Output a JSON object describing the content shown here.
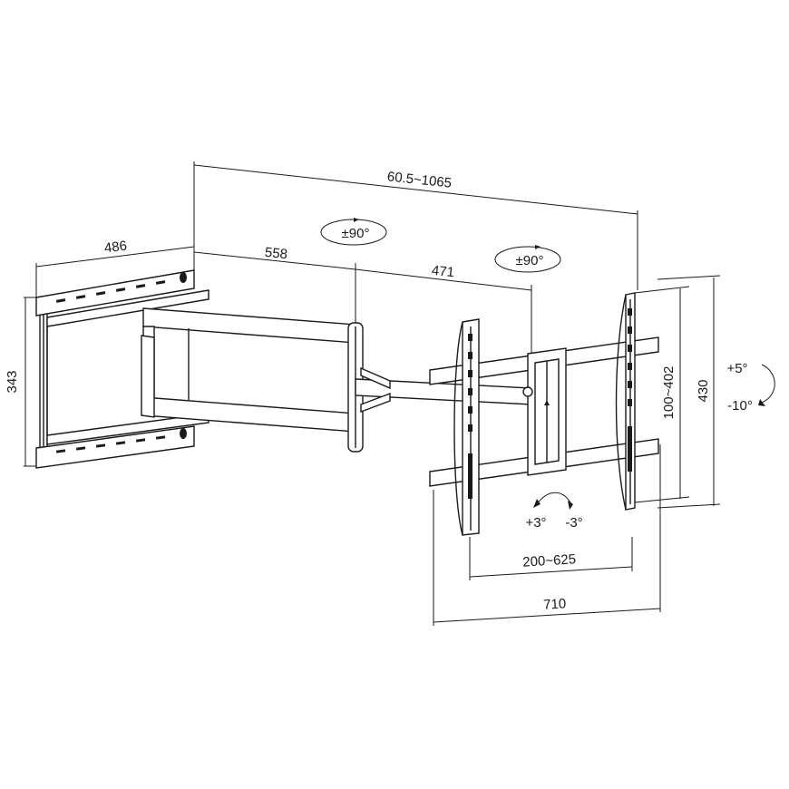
{
  "dimensions": {
    "total_extension": "60.5~1065",
    "wall_plate_width": "486",
    "arm1_length": "558",
    "arm2_length": "471",
    "wall_plate_height": "343",
    "vesa_vertical": "100~402",
    "tv_plate_height": "430",
    "vesa_horizontal": "200~625",
    "tv_plate_width": "710"
  },
  "rotations": {
    "swivel_arm1": "±90°",
    "swivel_arm2": "±90°",
    "tilt_up": "+5°",
    "tilt_down": "-10°",
    "level_plus": "+3°",
    "level_minus": "-3°"
  }
}
